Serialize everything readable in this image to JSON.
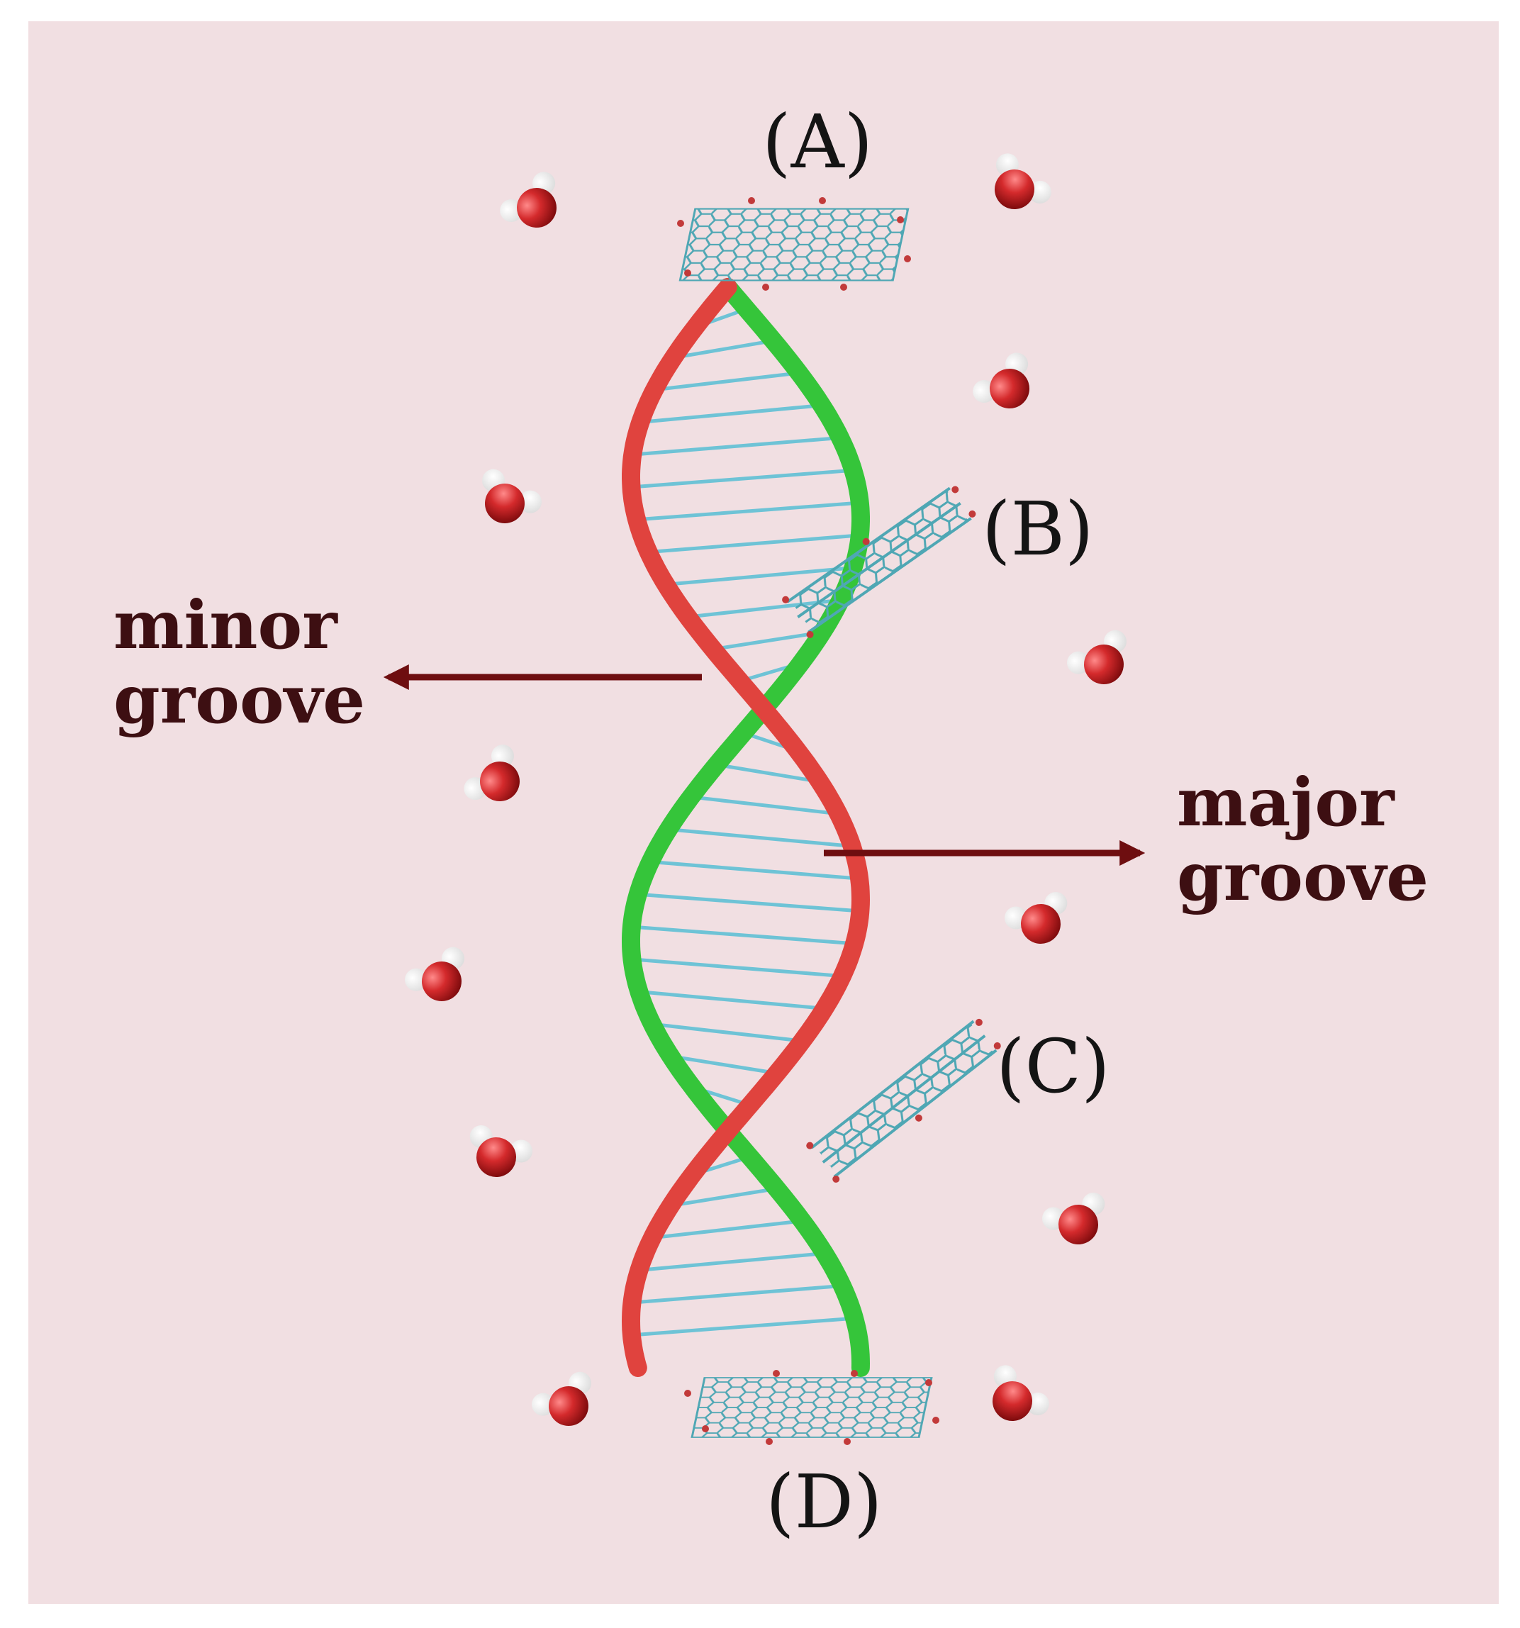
{
  "labels": {
    "site_a": "(A)",
    "site_b": "(B)",
    "site_c": "(C)",
    "site_d": "(D)",
    "minor_line1": "minor",
    "minor_line2": "groove",
    "major_line1": "major",
    "major_line2": "groove"
  },
  "colors": {
    "background": "#f1dfe2",
    "strand_1": "#e0433e",
    "strand_2": "#35c53a",
    "base_pairs": "#6ec3d6",
    "graphene": "#4fa7b4",
    "oxygen_atom": "#c8191d",
    "hydrogen_atom": "#ffffff",
    "arrow": "#6e0e10",
    "groove_text": "#3d0f12"
  },
  "icons": {
    "water": "water-molecule-icon",
    "sheet": "graphene-oxide-sheet-icon",
    "helix": "dna-double-helix-icon"
  }
}
